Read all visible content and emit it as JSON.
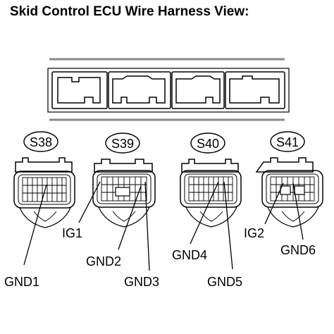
{
  "title": "Skid Control ECU Wire Harness View:",
  "connectors": [
    {
      "id": "S38",
      "pins": [
        "GND1"
      ]
    },
    {
      "id": "S39",
      "pins": [
        "IG1",
        "GND2",
        "GND3"
      ]
    },
    {
      "id": "S40",
      "pins": [
        "GND4",
        "GND5"
      ]
    },
    {
      "id": "S41",
      "pins": [
        "IG2",
        "GND6"
      ]
    }
  ],
  "labels": {
    "s38": "S38",
    "s39": "S39",
    "s40": "S40",
    "s41": "S41",
    "gnd1": "GND1",
    "ig1": "IG1",
    "gnd2": "GND2",
    "gnd3": "GND3",
    "gnd4": "GND4",
    "gnd5": "GND5",
    "ig2": "IG2",
    "gnd6": "GND6"
  }
}
